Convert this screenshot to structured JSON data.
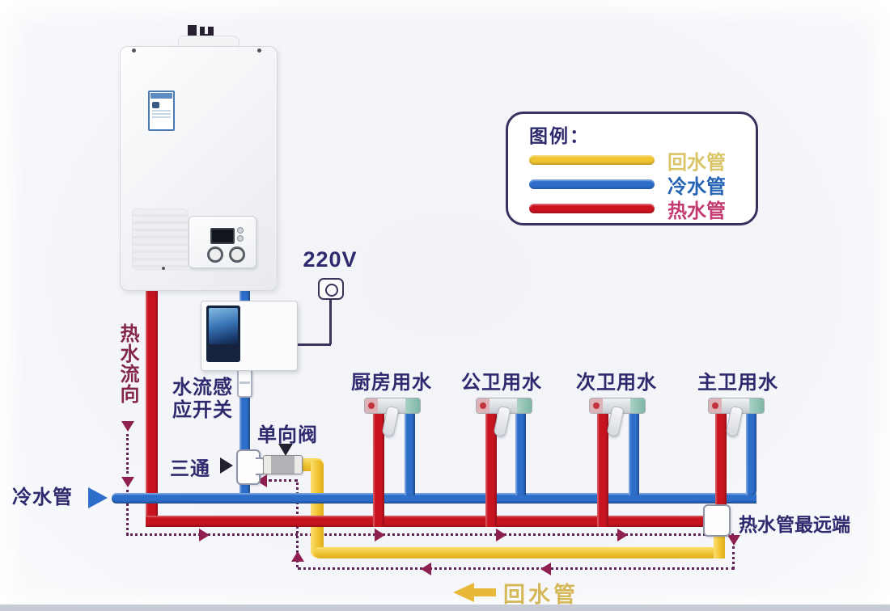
{
  "colors": {
    "hot": "#c8141f",
    "cold": "#2d6ecb",
    "return": "#f0c330",
    "return_arrow": "#e8b83a",
    "dot": "#5e2158",
    "arrow": "#8e2050",
    "ink": "#232030",
    "navy": "#2e2a6e",
    "maroon": "#84264a",
    "gold_text": "#d5b85a",
    "wire": "#3c3358",
    "legend_border": "#3a3160",
    "bg_strip": "#c6cbd5"
  },
  "legend": {
    "title": "图例：",
    "items": [
      {
        "label": "回水管",
        "color": "#f0c330",
        "label_color": "#d9c468"
      },
      {
        "label": "冷水管",
        "color": "#2d6ecb",
        "label_color": "#2563b4"
      },
      {
        "label": "热水管",
        "color": "#cc1420",
        "label_color": "#c43b72"
      }
    ]
  },
  "labels": {
    "voltage": "220V",
    "flow_sensor_line1": "水流感",
    "flow_sensor_line2": "应开关",
    "check_valve": "单向阀",
    "tee_joint": "三通",
    "cold_pipe": "冷水管",
    "hot_flow_direction": "热水流向",
    "far_end": "热水管最远端",
    "return_pipe": "回水管"
  },
  "taps": [
    {
      "label": "厨房用水"
    },
    {
      "label": "公卫用水"
    },
    {
      "label": "次卫用水"
    },
    {
      "label": "主卫用水"
    }
  ]
}
